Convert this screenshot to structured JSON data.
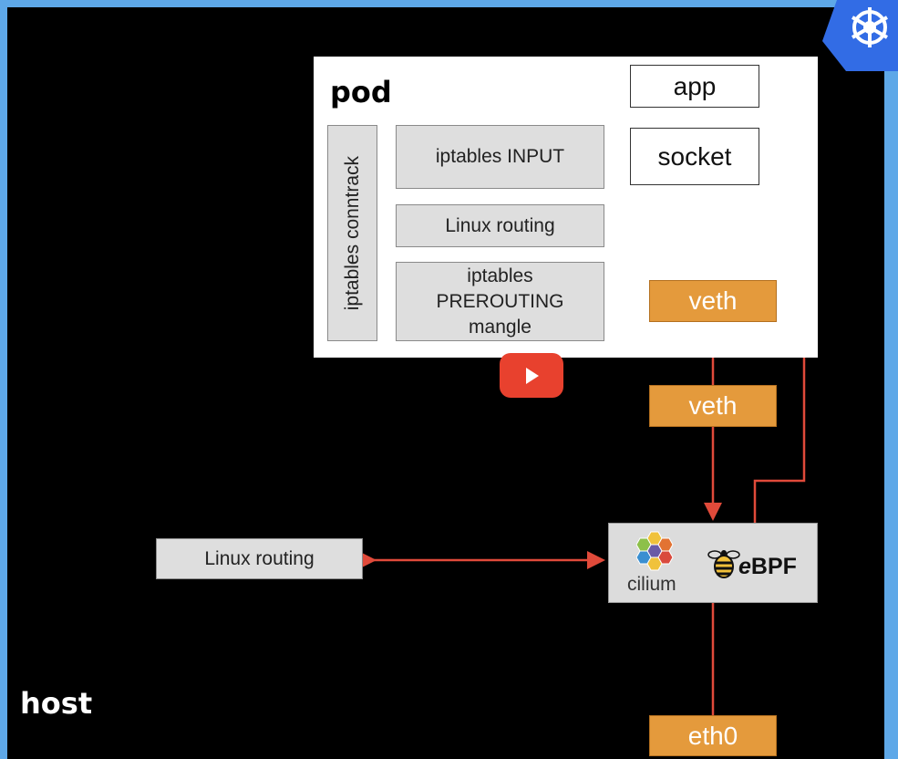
{
  "labels": {
    "pod": "pod",
    "host": "host",
    "app": "app",
    "socket": "socket",
    "iptables_conntrack": "iptables conntrack",
    "iptables_input": "iptables INPUT",
    "linux_routing_pod": "Linux routing",
    "iptables_prerouting": "iptables\nPREROUTING\nmangle",
    "veth_pod": "veth",
    "veth_host": "veth",
    "linux_routing_host": "Linux routing",
    "cilium": "cilium",
    "ebpf_e": "e",
    "ebpf_bpf": "BPF",
    "eth0": "eth0"
  },
  "colors": {
    "connector": "#e04a3a",
    "veth_fill": "#e49a3c",
    "grey_fill": "#dedede",
    "frame": "#5ea8e8"
  },
  "icons": [
    "kubernetes-logo-icon",
    "cilium-hexagon-icon",
    "ebpf-bee-icon",
    "youtube-play-icon"
  ]
}
